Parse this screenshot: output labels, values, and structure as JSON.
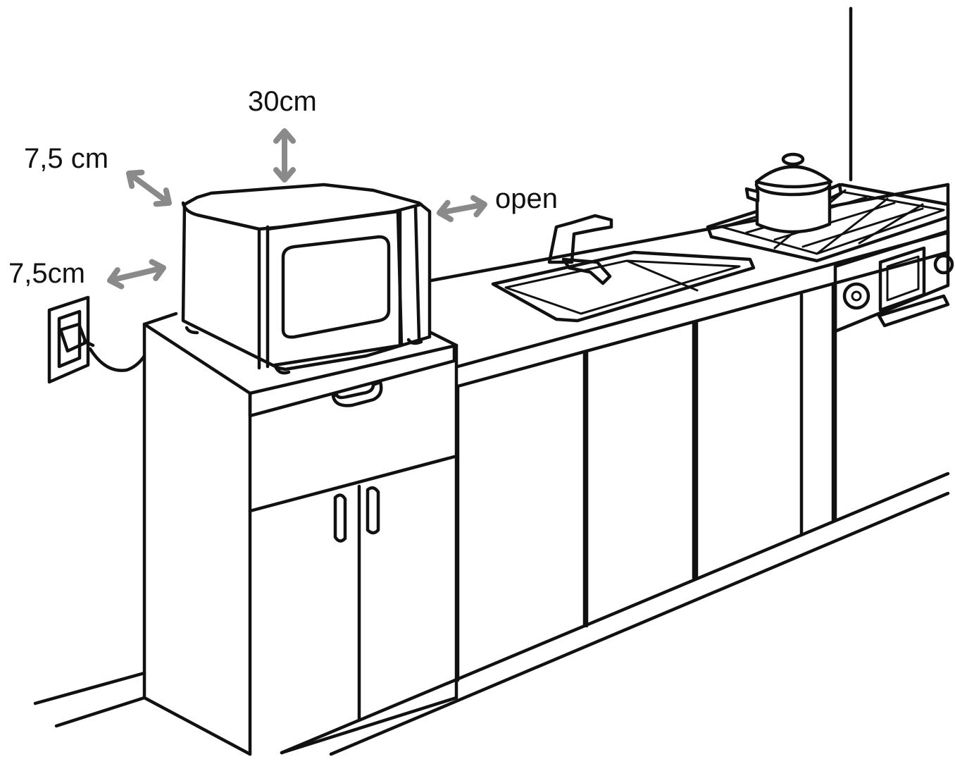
{
  "labels": {
    "top": "30cm",
    "back_side": "7,5 cm",
    "left_side": "7,5cm",
    "right_side": "open"
  },
  "colors": {
    "line": "#111111",
    "arrow": "#8a8a8a",
    "background": "#ffffff"
  }
}
